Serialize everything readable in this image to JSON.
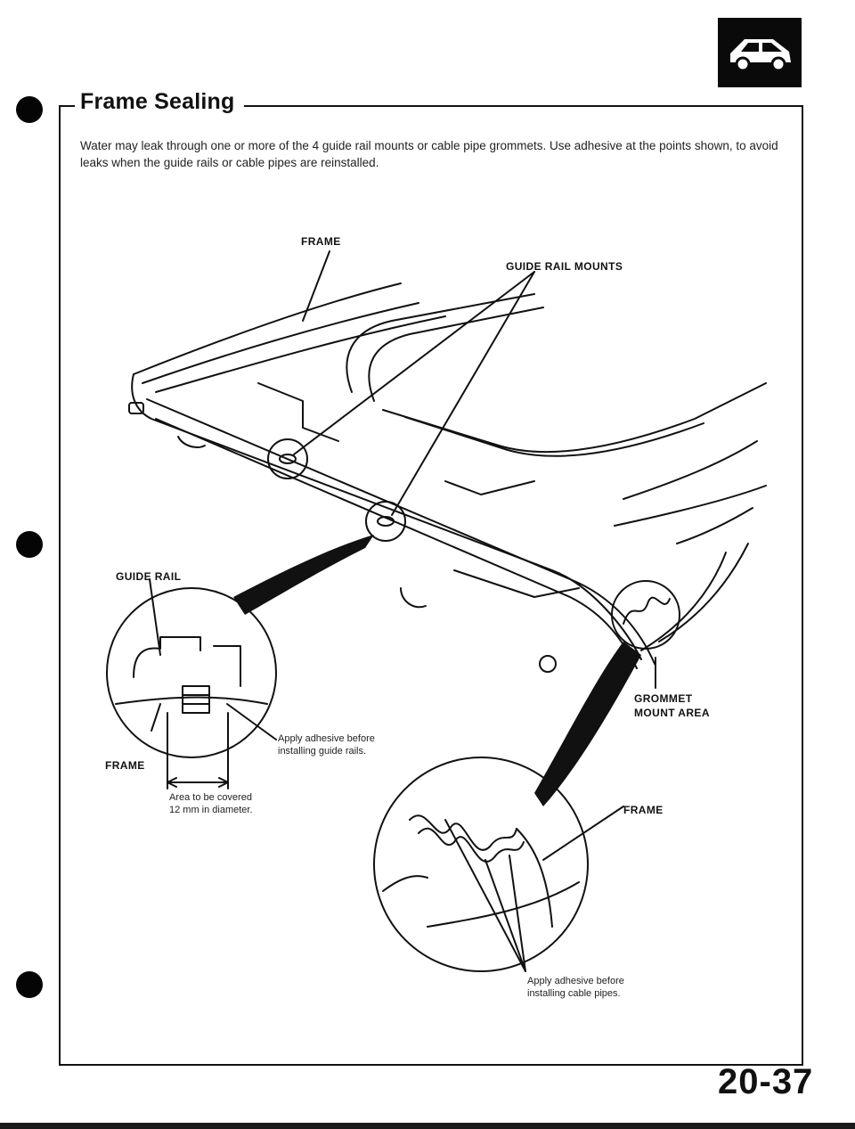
{
  "section": {
    "title": "Frame Sealing",
    "intro": "Water may leak through one or more of the 4 guide rail mounts or cable pipe grommets. Use adhesive at the points shown, to avoid leaks when the guide rails or cable pipes are reinstalled."
  },
  "icons": {
    "corner": "car-hatchback-icon"
  },
  "callouts": {
    "frame_top": "FRAME",
    "guide_rail_mounts": "GUIDE RAIL MOUNTS",
    "guide_rail": "GUIDE RAIL",
    "frame_left": "FRAME",
    "grommet_line1": "GROMMET",
    "grommet_line2": "MOUNT AREA",
    "frame_right": "FRAME"
  },
  "notes": {
    "adhesive_rails_line1": "Apply adhesive before",
    "adhesive_rails_line2": "installing guide rails.",
    "area_line1": "Area to be covered",
    "area_line2": "12 mm in diameter.",
    "adhesive_pipes_line1": "Apply adhesive before",
    "adhesive_pipes_line2": "installing cable pipes."
  },
  "page_number": "20-37"
}
